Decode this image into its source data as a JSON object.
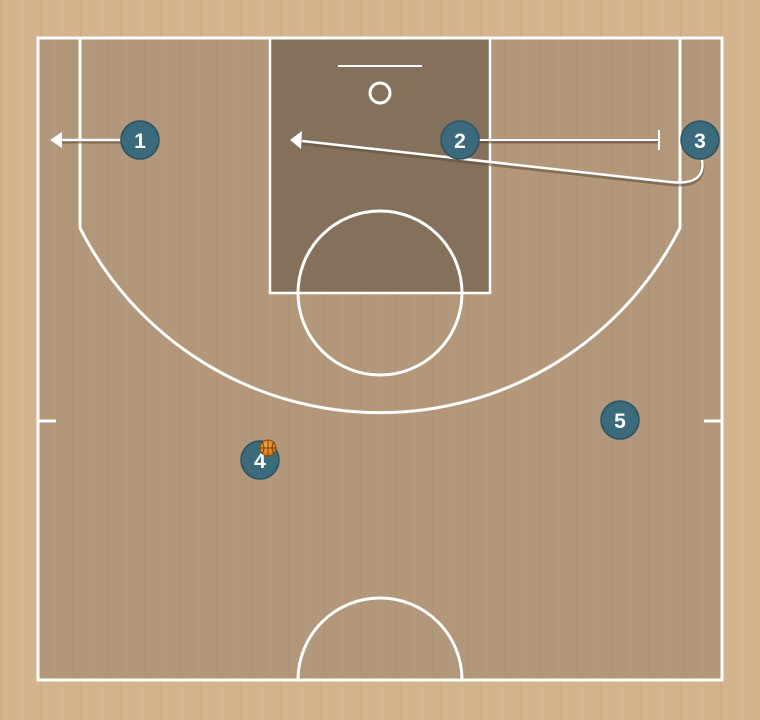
{
  "colors": {
    "floor_outer": "#d4b48c",
    "floor_court": "#b09474",
    "paint": "#84705a",
    "lines": "#ffffff",
    "player_fill": "#3b6a7c",
    "player_stroke": "#2d5361",
    "ball": "#e8891d"
  },
  "players": [
    {
      "label": "1"
    },
    {
      "label": "2"
    },
    {
      "label": "3"
    },
    {
      "label": "4"
    },
    {
      "label": "5"
    }
  ],
  "ball_holder": "4",
  "actions": [
    {
      "type": "move",
      "player": "1",
      "direction": "left-to-baseline-corner"
    },
    {
      "type": "screen",
      "player": "2",
      "direction": "toward-right-wing"
    },
    {
      "type": "cut",
      "player": "3",
      "direction": "curl-under-to-lane"
    }
  ]
}
